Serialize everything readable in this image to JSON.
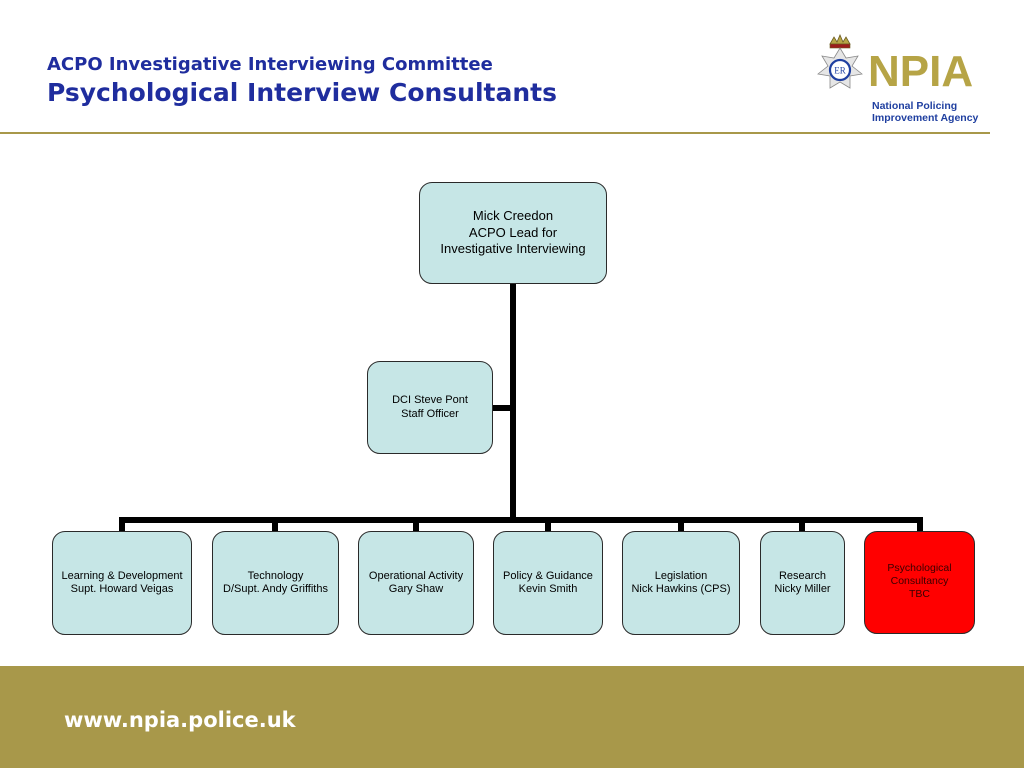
{
  "header": {
    "title_line1": "ACPO Investigative Interviewing Committee",
    "title_line2": "Psychological Interview Consultants"
  },
  "logo": {
    "wordmark": "NPIA",
    "subtitle_line1": "National Policing",
    "subtitle_line2": "Improvement Agency",
    "crest_monogram": "ER",
    "icon": "police-crest-icon"
  },
  "chart": {
    "lead": {
      "lines": [
        "Mick Creedon",
        "ACPO Lead for",
        "Investigative Interviewing"
      ]
    },
    "staff_officer": {
      "lines": [
        "DCI Steve Pont",
        "Staff Officer"
      ]
    },
    "workstreams": [
      {
        "lines": [
          "Learning & Development",
          "Supt. Howard Veigas"
        ]
      },
      {
        "lines": [
          "Technology",
          "D/Supt. Andy Griffiths"
        ]
      },
      {
        "lines": [
          "Operational Activity",
          "Gary Shaw"
        ]
      },
      {
        "lines": [
          "Policy & Guidance",
          "Kevin Smith"
        ]
      },
      {
        "lines": [
          "Legislation",
          "Nick Hawkins (CPS)"
        ]
      },
      {
        "lines": [
          "Research",
          "Nicky Miller"
        ]
      },
      {
        "lines": [
          "Psychological",
          "Consultancy",
          "TBC"
        ],
        "highlight": "#ff0000"
      }
    ]
  },
  "footer": {
    "url": "www.npia.police.uk"
  },
  "colors": {
    "title": "#1f2d9e",
    "accent_gold": "#a8984a",
    "box_fill": "#c6e6e6",
    "highlight_box": "#ff0000"
  }
}
